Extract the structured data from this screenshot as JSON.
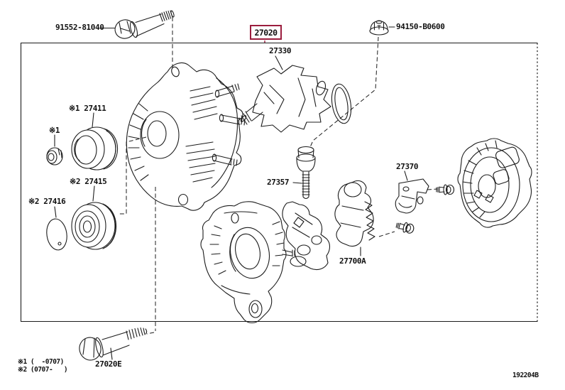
{
  "figure": {
    "code": "192204B",
    "footnote1": "※1 (  -0707)",
    "footnote2": "※2 (0707-   )"
  },
  "highlight": {
    "part_number": "27020",
    "box_color": "#9b1d3e"
  },
  "parts": {
    "mount_bolt": "91552-81040",
    "terminal_nut": "94150-B0600",
    "rotor": "27330",
    "pulley_early": "※1 27411",
    "pulley_nut_early": "※1",
    "pulley_late": "※2 27415",
    "pulley_cap_late": "※2 27416",
    "terminal_insulator": "27357",
    "regulator": "27700A",
    "rectifier_holder": "27370",
    "through_bolt": "27020E"
  }
}
